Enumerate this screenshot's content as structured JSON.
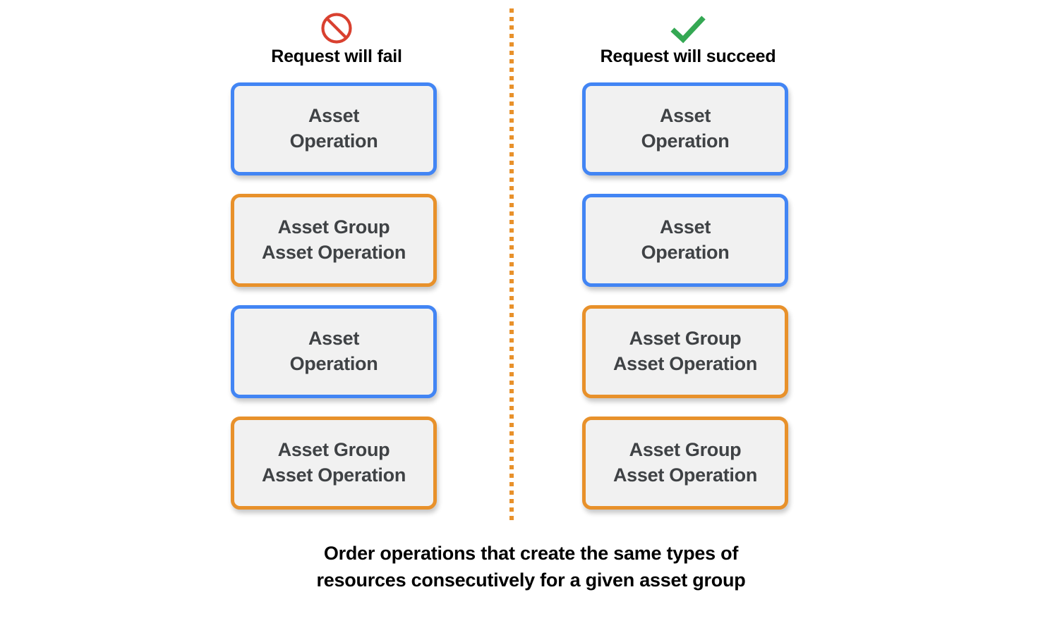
{
  "colors": {
    "blue_border": "#4285f4",
    "orange_border": "#e8912b",
    "box_fill": "#f1f1f1",
    "box_text": "#3f4245",
    "fail_icon": "#d9402f",
    "succeed_icon": "#34a853",
    "divider": "#e8912b",
    "caption_text": "#000000",
    "background": "#ffffff"
  },
  "columns": [
    {
      "id": "fail",
      "icon": "prohibition-icon",
      "label": "Request will fail",
      "nodes": [
        {
          "type": "asset-operation",
          "color": "blue",
          "text": "Asset\nOperation"
        },
        {
          "type": "asset-group-operation",
          "color": "orange",
          "text": "Asset Group\nAsset Operation"
        },
        {
          "type": "asset-operation",
          "color": "blue",
          "text": "Asset\nOperation"
        },
        {
          "type": "asset-group-operation",
          "color": "orange",
          "text": "Asset Group\nAsset Operation"
        }
      ]
    },
    {
      "id": "succeed",
      "icon": "checkmark-icon",
      "label": "Request will succeed",
      "nodes": [
        {
          "type": "asset-operation",
          "color": "blue",
          "text": "Asset\nOperation"
        },
        {
          "type": "asset-operation",
          "color": "blue",
          "text": "Asset\nOperation"
        },
        {
          "type": "asset-group-operation",
          "color": "orange",
          "text": "Asset Group\nAsset Operation"
        },
        {
          "type": "asset-group-operation",
          "color": "orange",
          "text": "Asset Group\nAsset Operation"
        }
      ]
    }
  ],
  "caption": "Order operations that create the same types of\nresources consecutively for a given asset group"
}
